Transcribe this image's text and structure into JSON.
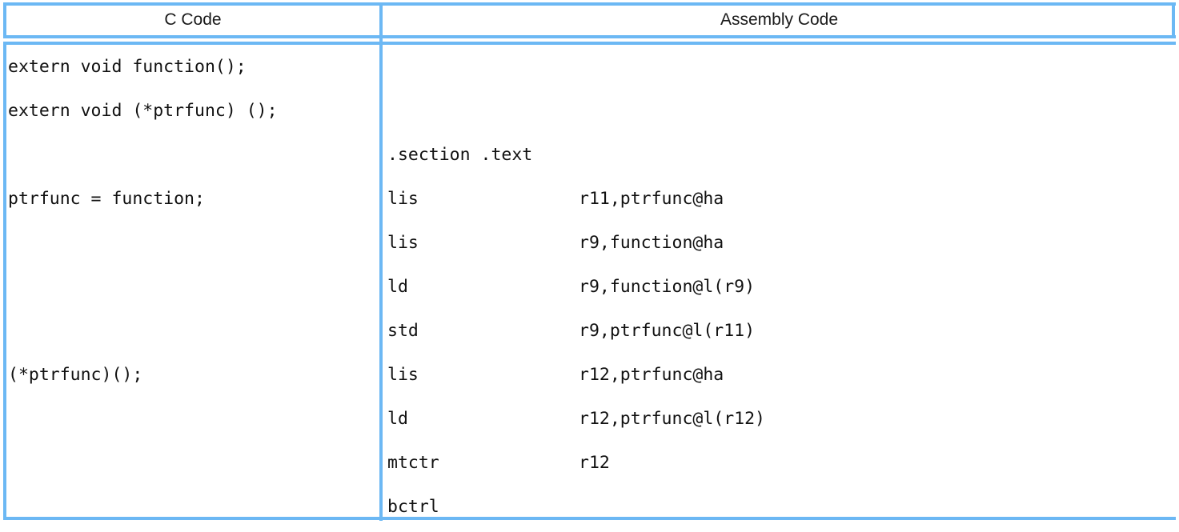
{
  "theme": {
    "rule_color": "#6cb8f4",
    "text_color": "#111111",
    "background": "#ffffff"
  },
  "table": {
    "headers": {
      "c_code": "C Code",
      "assembly_code": "Assembly Code"
    },
    "c_code_lines": [
      "extern void function();",
      "extern void (*ptrfunc) ();",
      "",
      "ptrfunc = function;",
      "",
      "",
      "",
      "(*ptrfunc)();",
      "",
      "",
      ""
    ],
    "assembly_lines": [
      {
        "mnemonic": "",
        "operands": ""
      },
      {
        "mnemonic": "",
        "operands": ""
      },
      {
        "mnemonic": ".section .text",
        "operands": ""
      },
      {
        "mnemonic": "lis",
        "operands": "r11,ptrfunc@ha"
      },
      {
        "mnemonic": "lis",
        "operands": "r9,function@ha"
      },
      {
        "mnemonic": "ld",
        "operands": "r9,function@l(r9)"
      },
      {
        "mnemonic": "std",
        "operands": "r9,ptrfunc@l(r11)"
      },
      {
        "mnemonic": "lis",
        "operands": "r12,ptrfunc@ha"
      },
      {
        "mnemonic": "ld",
        "operands": "r12,ptrfunc@l(r12)"
      },
      {
        "mnemonic": "mtctr",
        "operands": "r12"
      },
      {
        "mnemonic": "bctrl",
        "operands": ""
      }
    ]
  }
}
